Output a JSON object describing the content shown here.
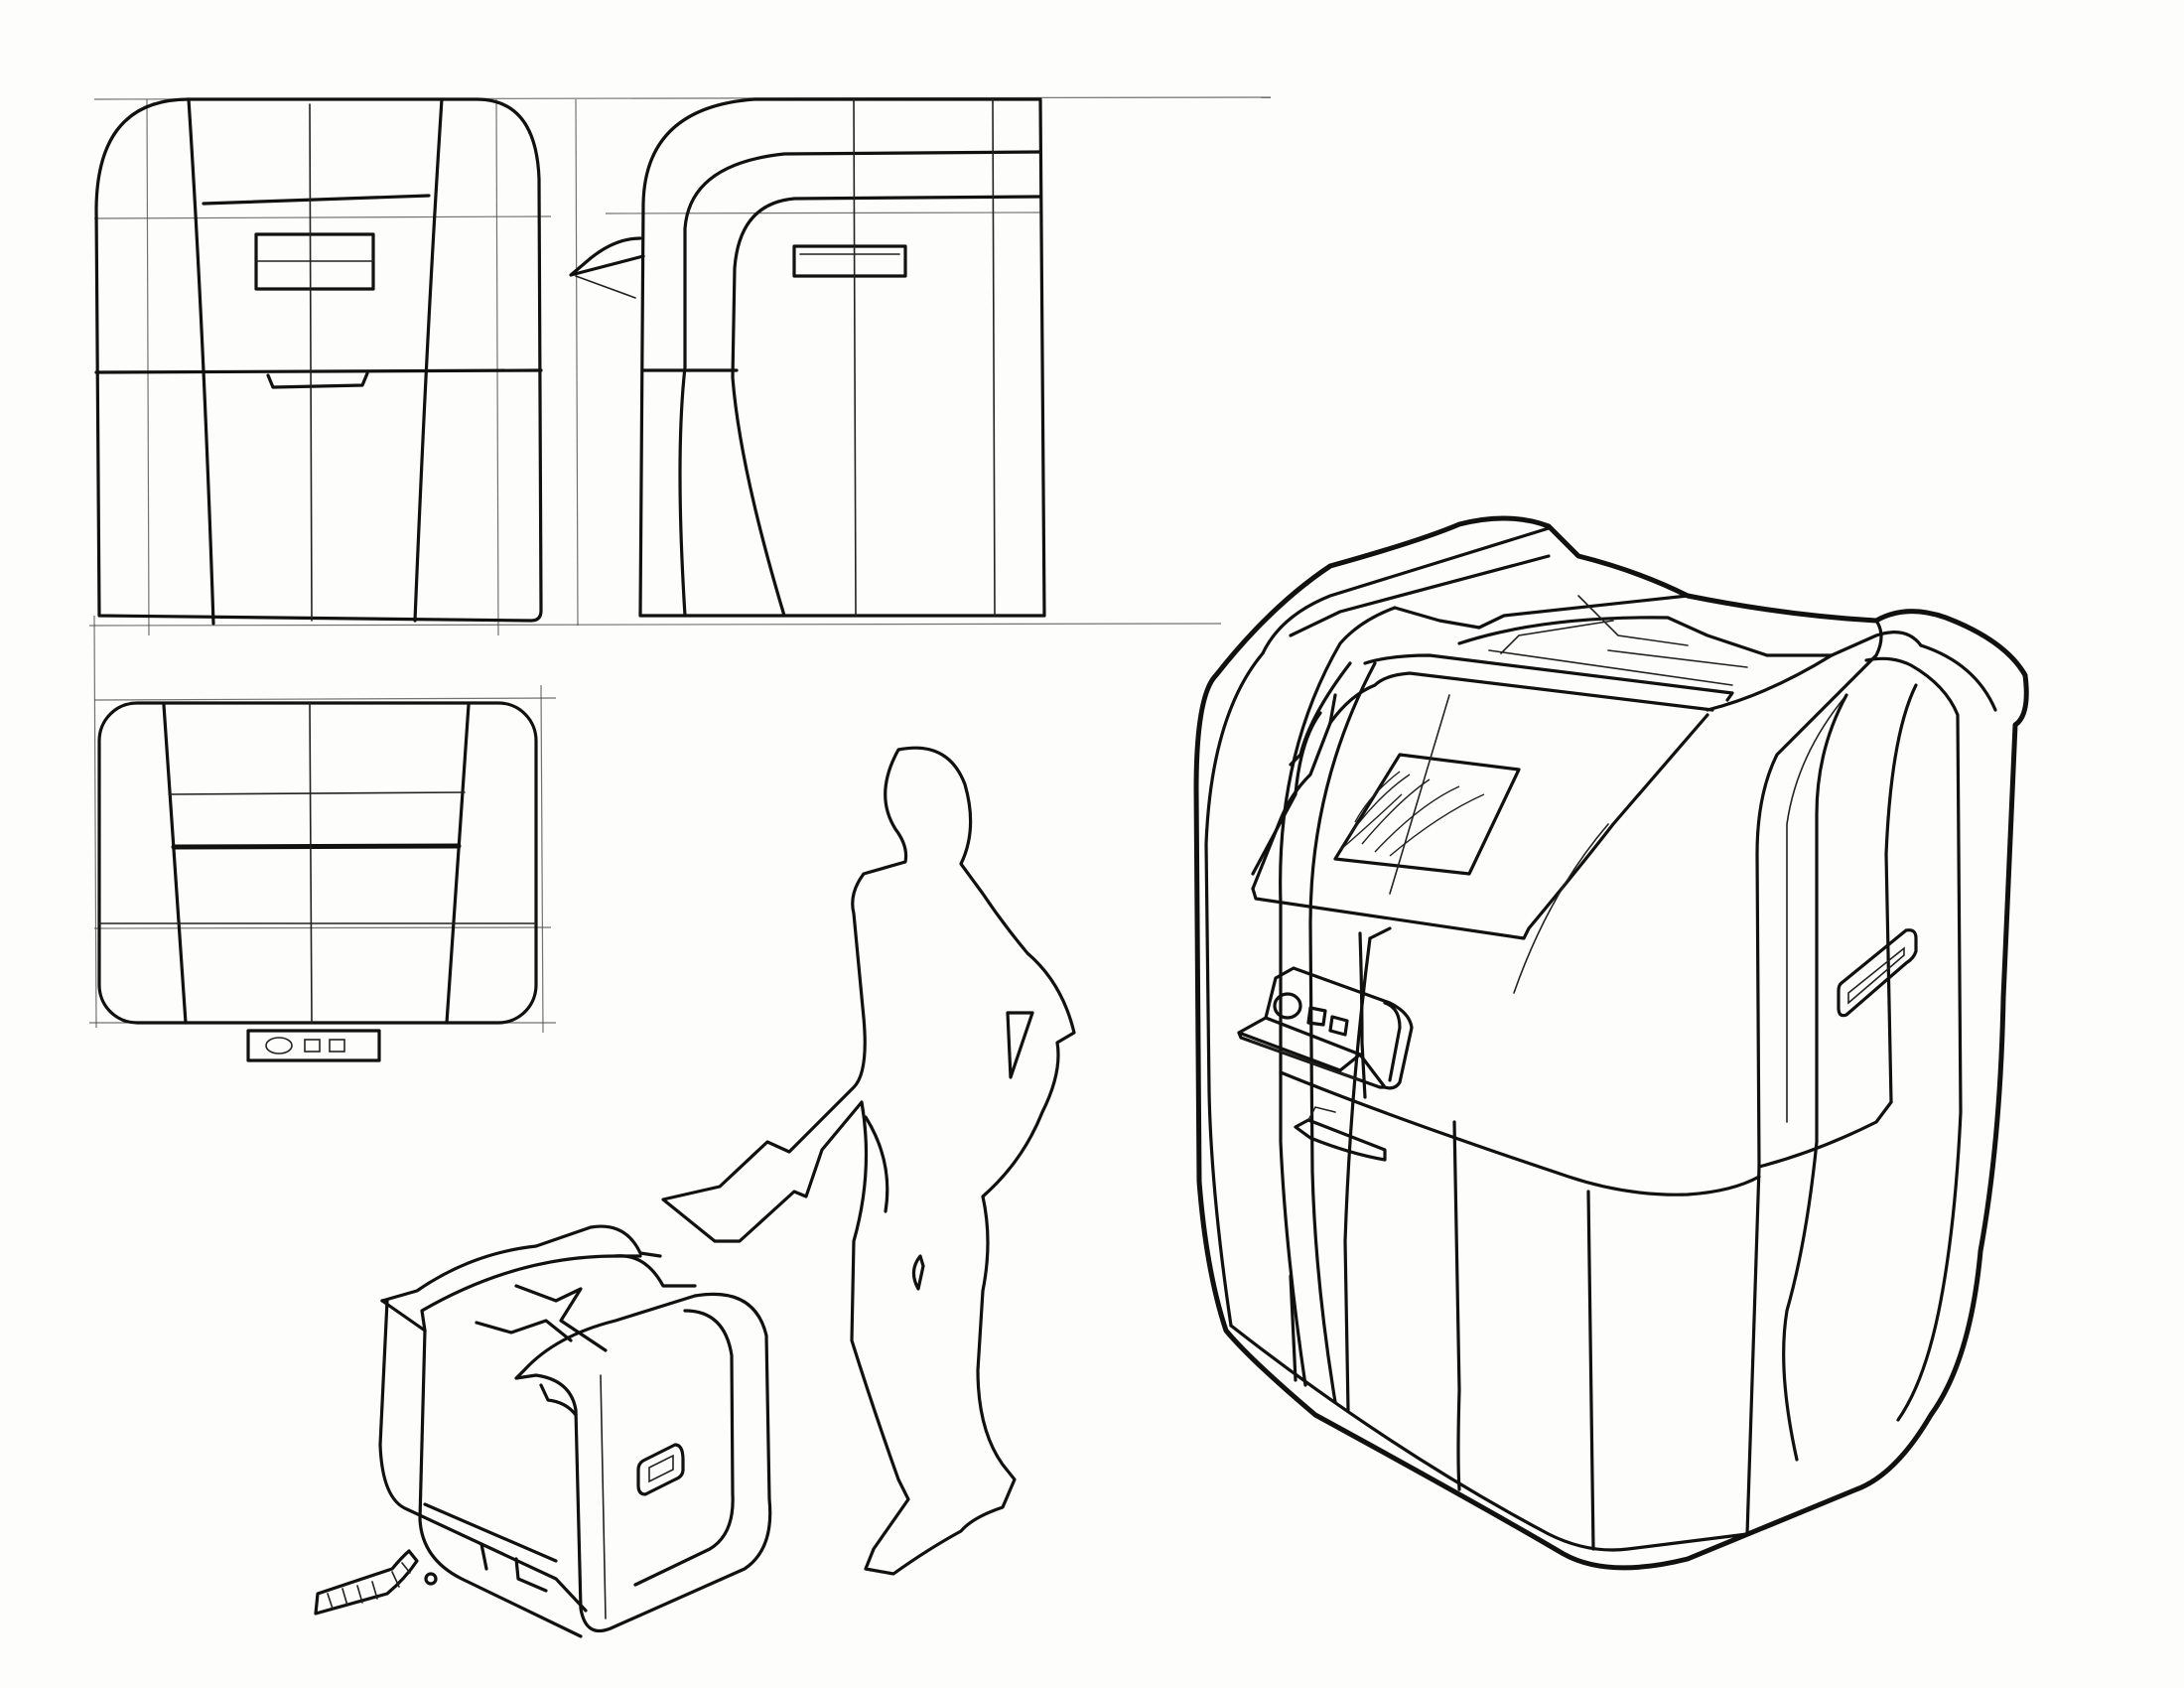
{
  "drawing": {
    "paper_color": "#fdfdfb",
    "ink_color": "#111111",
    "views": [
      {
        "name": "front-orthographic-view"
      },
      {
        "name": "side-orthographic-view"
      },
      {
        "name": "top-orthographic-view"
      },
      {
        "name": "human-scale-figure"
      },
      {
        "name": "small-printer-perspective"
      },
      {
        "name": "large-printer-perspective"
      }
    ]
  }
}
